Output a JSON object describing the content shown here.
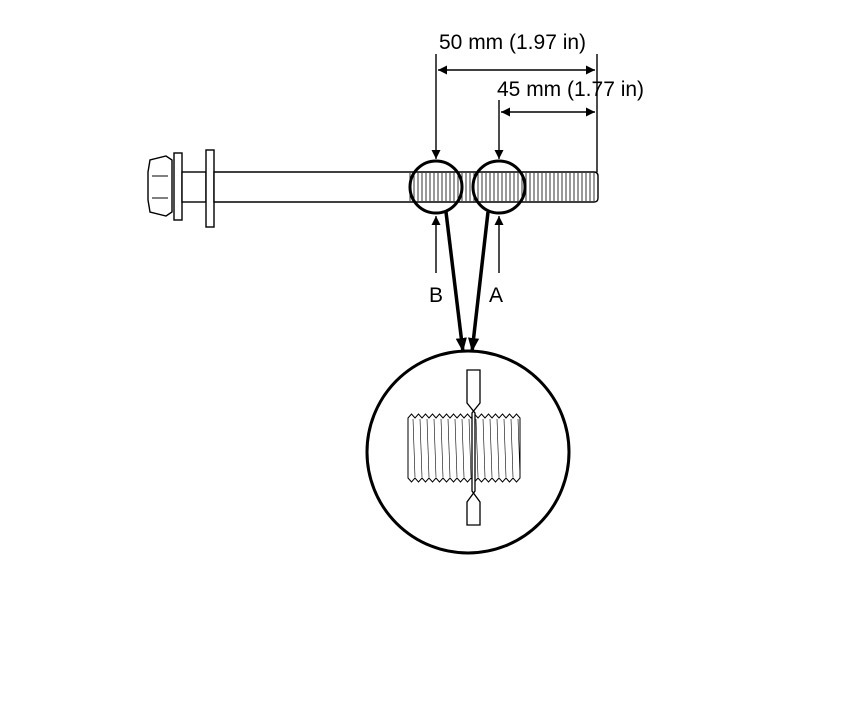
{
  "dimensions": {
    "outer": "50 mm (1.97 in)",
    "inner": "45 mm (1.77 in)"
  },
  "labels": {
    "a": "A",
    "b": "B"
  },
  "colors": {
    "line": "#000000",
    "background": "#ffffff"
  }
}
